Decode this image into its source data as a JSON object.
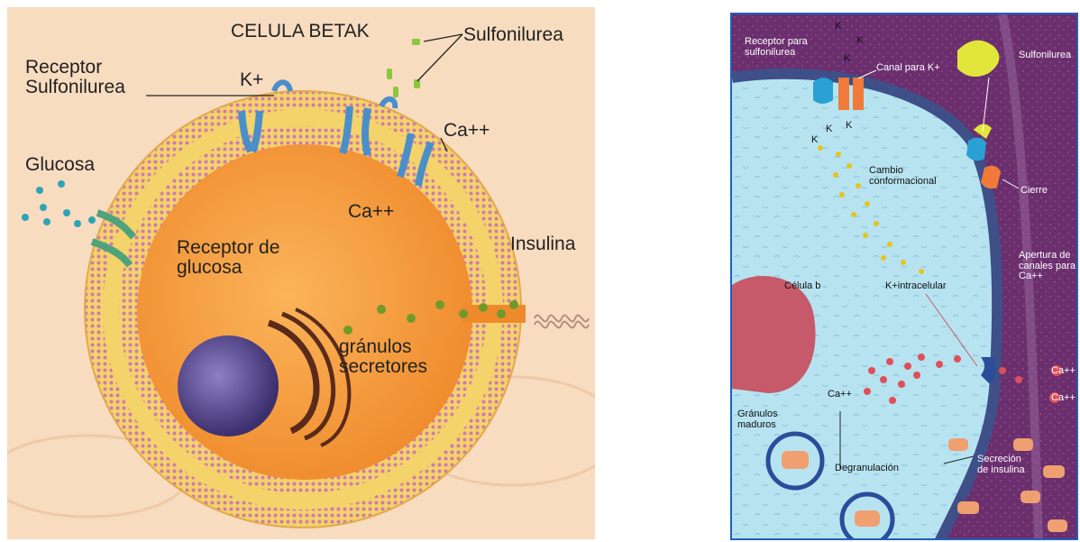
{
  "left": {
    "title": "CELULA BETAK",
    "sulfonilurea": "Sulfonilurea",
    "receptor_sulf": "Receptor\nSulfonilurea",
    "k_plus": "K+",
    "ca_outer": "Ca++",
    "ca_inner": "Ca++",
    "glucosa": "Glucosa",
    "receptor_glucosa": "Receptor de\nglucosa",
    "insulina": "Insulina",
    "granulos": "gránulos\nsecretores"
  },
  "right": {
    "receptor_sulf": "Receptor para\nsulfonilurea",
    "canal_k": "Canal para K+",
    "sulfonilurea": "Sulfonilurea",
    "cambio": "Cambio\nconformacional",
    "cierre": "Cierre",
    "celula_b": "Célula b",
    "k_intracelular": "K+intracelular",
    "apertura": "Apertura de\ncanales para\nCa++",
    "ca_in": "Ca++",
    "ca_out_1": "Ca++",
    "ca_out_2": "Ca++",
    "granulos": "Gránulos\nmaduros",
    "degranulacion": "Degranulación",
    "secrecion": "Secreción\nde insulina",
    "k_1": "K",
    "k_2": "K",
    "k_3": "K",
    "k_4": "K",
    "k_5": "K",
    "k_6": "K"
  },
  "colors": {
    "left_bg": "#f7dcc0",
    "cytoplasm": "#f29a3a",
    "membrane": "#f3d36a",
    "nucleus": "#5b4d8f",
    "right_cell": "#b7e3f1",
    "right_outside": "#6b2f6e",
    "frame": "#1f5fbf"
  }
}
